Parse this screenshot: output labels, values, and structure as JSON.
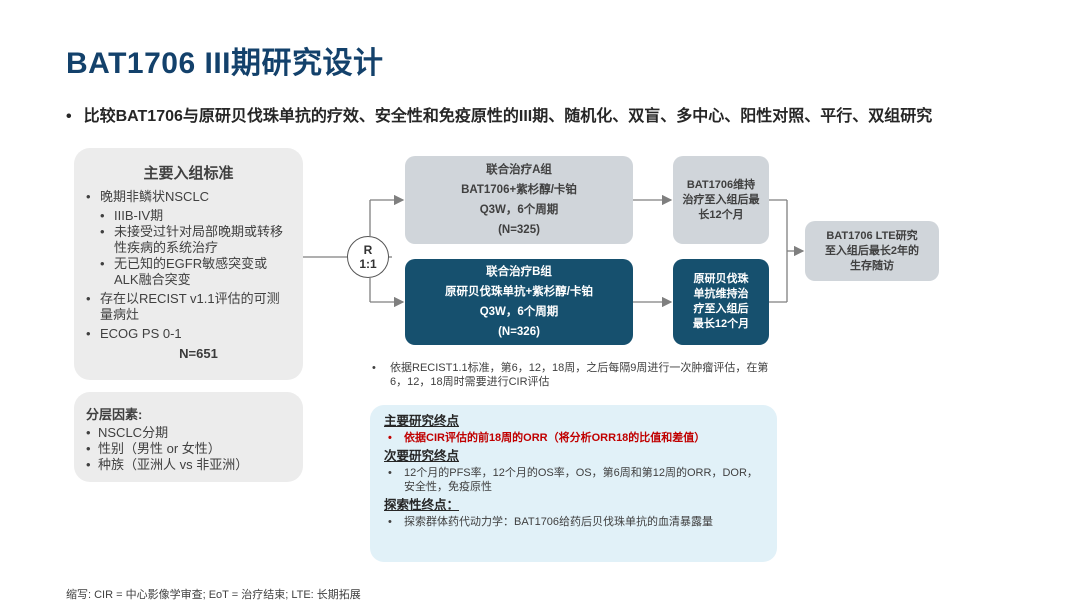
{
  "title": "BAT1706 III期研究设计",
  "subtitle": "比较BAT1706与原研贝伐珠单抗的疗效、安全性和免疫原性的III期、随机化、双盲、多中心、阳性对照、平行、双组研究",
  "criteria": {
    "title": "主要入组标准",
    "items": [
      "晚期非鳞状NSCLC",
      "IIIB-IV期",
      "未接受过针对局部晚期或转移性疾病的系统治疗",
      "无已知的EGFR敏感突变或ALK融合突变",
      "存在以RECIST v1.1评估的可测量病灶",
      "ECOG PS 0-1"
    ],
    "total": "N=651"
  },
  "strat": {
    "title": "分层因素:",
    "items": [
      "NSCLC分期",
      "性别（男性 or 女性）",
      "种族（亚洲人 vs 非亚洲）"
    ]
  },
  "randomization": {
    "line1": "R",
    "line2": "1:1"
  },
  "armA": {
    "l1": "联合治疗A组",
    "l2": "BAT1706+紫杉醇/卡铂",
    "l3": "Q3W，6个周期",
    "l4": "(N=325)"
  },
  "armB": {
    "l1": "联合治疗B组",
    "l2": "原研贝伐珠单抗+紫杉醇/卡铂",
    "l3": "Q3W，6个周期",
    "l4": "(N=326)"
  },
  "maintA": {
    "l1": "BAT1706维持",
    "l2": "治疗至入组后最",
    "l3": "长12个月"
  },
  "maintB": {
    "l1": "原研贝伐珠",
    "l2": "单抗维持治",
    "l3": "疗至入组后",
    "l4": "最长12个月"
  },
  "lte": {
    "l1": "BAT1706 LTE研究",
    "l2": "至入组后最长2年的",
    "l3": "生存随访"
  },
  "note": "依据RECIST1.1标准，第6，12，18周，之后每隔9周进行一次肿瘤评估，在第6，12，18周时需要进行CIR评估",
  "endpoints": {
    "primary_title": "主要研究终点",
    "primary_item": "依据CIR评估的前18周的ORR（将分析ORR18的比值和差值）",
    "secondary_title": "次要研究终点",
    "secondary_item": "12个月的PFS率，12个月的OS率，OS，第6周和第12周的ORR，DOR，安全性，免疫原性",
    "exploratory_title": "探索性终点：",
    "exploratory_item": "探索群体药代动力学：BAT1706给药后贝伐珠单抗的血清暴露量"
  },
  "footnote": "缩写: CIR = 中心影像学审查; EoT = 治疗结束; LTE: 长期拓展",
  "colors": {
    "title": "#13416b",
    "dark_box": "#16506e",
    "light_box": "#d0d5da",
    "panel": "#ececec",
    "endpoint_panel": "#e1f1f8",
    "highlight": "#c00000"
  }
}
